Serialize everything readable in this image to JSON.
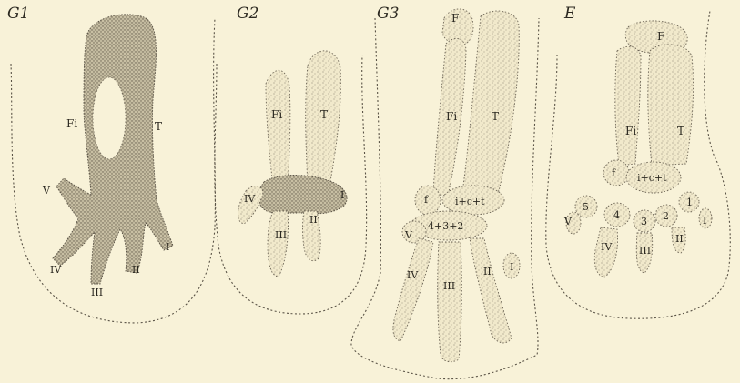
{
  "panels": [
    {
      "id": "G1",
      "label": "G1",
      "labels": {
        "Fi": "Fi",
        "T": "T",
        "V": "V",
        "IV": "IV",
        "III": "III",
        "II": "II",
        "I": "I"
      }
    },
    {
      "id": "G2",
      "label": "G2",
      "labels": {
        "Fi": "Fi",
        "T": "T",
        "IV": "IV",
        "III": "III",
        "II": "II",
        "I": "I"
      }
    },
    {
      "id": "G3",
      "label": "G3",
      "labels": {
        "F": "F",
        "Fi": "Fi",
        "T": "T",
        "f": "f",
        "ict": "i+c+t",
        "four32": "4+3+2",
        "V": "V",
        "IV": "IV",
        "III": "III",
        "II": "II",
        "I": "I"
      }
    },
    {
      "id": "E",
      "label": "E",
      "labels": {
        "F": "F",
        "Fi": "Fi",
        "T": "T",
        "f": "f",
        "ict": "i+c+t",
        "d5": "5",
        "d4": "4",
        "d3": "3",
        "d2": "2",
        "d1": "1",
        "V": "V",
        "IV": "IV",
        "III": "III",
        "II": "II",
        "I": "I"
      }
    }
  ]
}
